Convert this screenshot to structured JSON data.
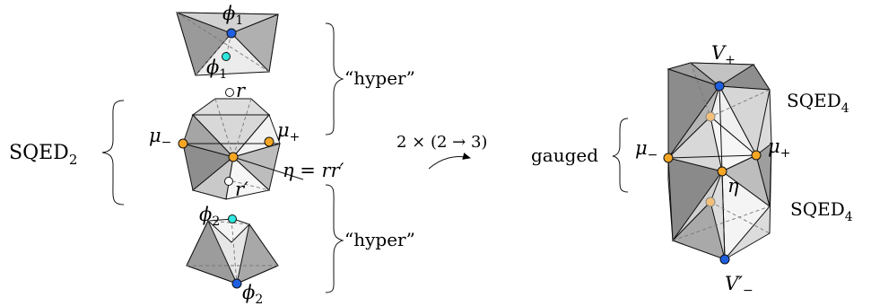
{
  "colors": {
    "orange": "#f5a623",
    "orange_light": "#f3c079",
    "blue": "#1f5fe0",
    "cyan": "#2ee8e0",
    "dark_face": "#9a9a9a",
    "mid_face": "#c9c9c9",
    "light_face": "#ededed"
  },
  "left": {
    "sqed2_label": "SQED",
    "sqed2_sub": "2",
    "phi1_top": "ϕ",
    "phi1_top_sub": "1",
    "phi1_inner": "ϕ",
    "phi1_inner_sub": "1",
    "r_label": "r",
    "mu_minus": "μ",
    "mu_minus_sub": "−",
    "mu_plus": "μ",
    "mu_plus_sub": "+",
    "eta_eq": "η = rr′",
    "r_prime": "r′",
    "phi2_top": "ϕ",
    "phi2_top_sub": "2",
    "phi2_bottom": "ϕ",
    "phi2_bottom_sub": "2",
    "hyper_top": "“hyper”",
    "hyper_bottom": "“hyper”"
  },
  "middle": {
    "move_label": "2 × (2 → 3)"
  },
  "right": {
    "gauged_label": "gauged",
    "v_plus": "V",
    "v_plus_sub": "+",
    "v_minus": "V′",
    "v_minus_sub": "−",
    "mu_minus": "μ",
    "mu_minus_sub": "−",
    "mu_plus": "μ",
    "mu_plus_sub": "+",
    "eta": "η",
    "sqed4_top": "SQED",
    "sqed4_top_sub": "4",
    "sqed4_bottom": "SQED",
    "sqed4_bottom_sub": "4"
  }
}
